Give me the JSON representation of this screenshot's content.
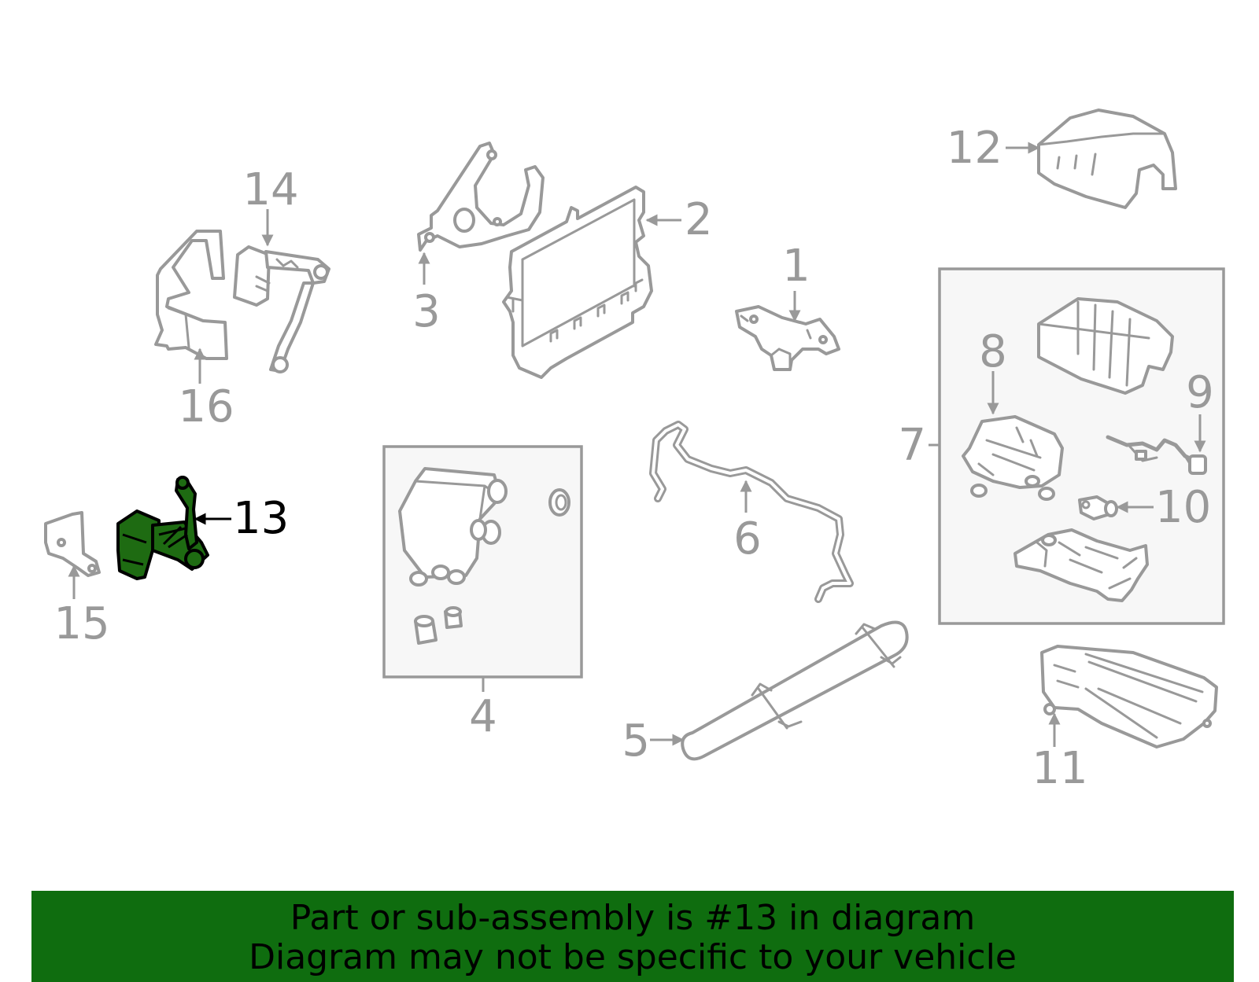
{
  "callouts": {
    "c1": "1",
    "c2": "2",
    "c3": "3",
    "c4": "4",
    "c5": "5",
    "c6": "6",
    "c7": "7",
    "c8": "8",
    "c9": "9",
    "c10": "10",
    "c11": "11",
    "c12": "12",
    "c13": "13",
    "c14": "14",
    "c15": "15",
    "c16": "16"
  },
  "highlighted_part": "13",
  "colors": {
    "highlight_fill": "#1e6b12",
    "banner_background": "#0f6d0f",
    "outline_gray": "#999999"
  },
  "banner": {
    "line1": "Part or sub-assembly is #13 in diagram",
    "line2": "Diagram may not be specific to your vehicle"
  }
}
